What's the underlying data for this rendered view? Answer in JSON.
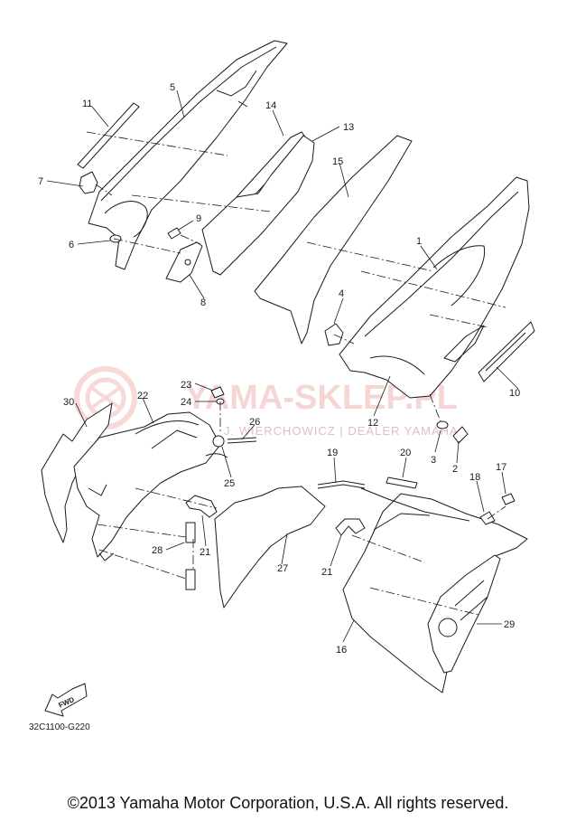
{
  "watermark": {
    "text": "YAMA-SKLEP.PL",
    "subtext": "J. WIERCHOWICZ | DEALER YAMAHA"
  },
  "fwd_label": "FWD",
  "part_code": "32C1100-G220",
  "copyright": "©2013 Yamaha Motor Corporation, U.S.A. All rights reserved.",
  "callouts": [
    {
      "id": "c1",
      "text": "1"
    },
    {
      "id": "c2",
      "text": "2"
    },
    {
      "id": "c3",
      "text": "3"
    },
    {
      "id": "c4",
      "text": "4"
    },
    {
      "id": "c5",
      "text": "5"
    },
    {
      "id": "c6",
      "text": "6"
    },
    {
      "id": "c7",
      "text": "7"
    },
    {
      "id": "c8",
      "text": "8"
    },
    {
      "id": "c9",
      "text": "9"
    },
    {
      "id": "c10",
      "text": "10"
    },
    {
      "id": "c11",
      "text": "11"
    },
    {
      "id": "c12",
      "text": "12"
    },
    {
      "id": "c13",
      "text": "13"
    },
    {
      "id": "c14",
      "text": "14"
    },
    {
      "id": "c15",
      "text": "15"
    },
    {
      "id": "c16",
      "text": "16"
    },
    {
      "id": "c17",
      "text": "17"
    },
    {
      "id": "c18",
      "text": "18"
    },
    {
      "id": "c19",
      "text": "19"
    },
    {
      "id": "c20",
      "text": "20"
    },
    {
      "id": "c21a",
      "text": "21"
    },
    {
      "id": "c21b",
      "text": "21"
    },
    {
      "id": "c22",
      "text": "22"
    },
    {
      "id": "c23",
      "text": "23"
    },
    {
      "id": "c24",
      "text": "24"
    },
    {
      "id": "c25",
      "text": "25"
    },
    {
      "id": "c26",
      "text": "26"
    },
    {
      "id": "c27",
      "text": "27"
    },
    {
      "id": "c28",
      "text": "28"
    },
    {
      "id": "c29",
      "text": "29"
    },
    {
      "id": "c30",
      "text": "30"
    }
  ]
}
